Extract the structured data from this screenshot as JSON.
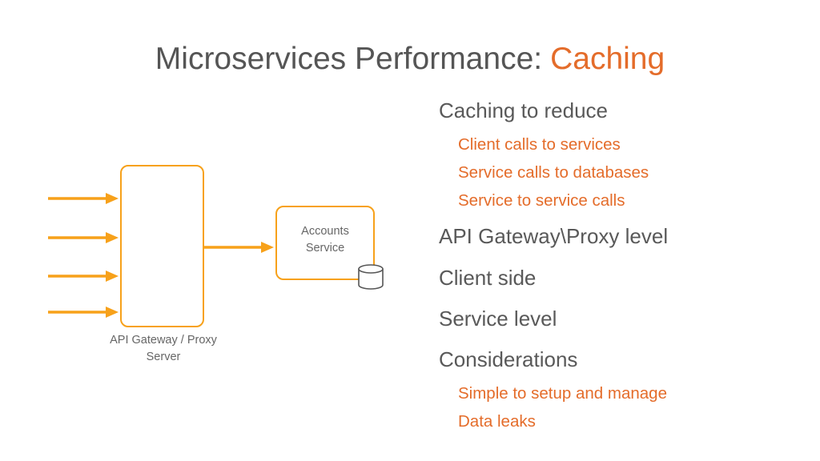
{
  "slide": {
    "title_main": "Microservices Performance:",
    "title_accent": "Caching",
    "accent_color": "#e46c2a",
    "arrow_color": "#f7a11a"
  },
  "diagram": {
    "gateway_label_line1": "API Gateway / Proxy",
    "gateway_label_line2": "Server",
    "accounts_label_line1": "Accounts",
    "accounts_label_line2": "Service",
    "database_icon": "database-icon"
  },
  "bullets": {
    "caching_to_reduce": "Caching to reduce",
    "client_calls": "Client calls to services",
    "service_db_calls": "Service calls to databases",
    "service_service_calls": "Service to service calls",
    "gateway_level": "API Gateway\\Proxy level",
    "client_side": "Client side",
    "service_level": "Service level",
    "considerations": "Considerations",
    "simple_setup": "Simple to setup and manage",
    "data_leaks": "Data leaks"
  }
}
